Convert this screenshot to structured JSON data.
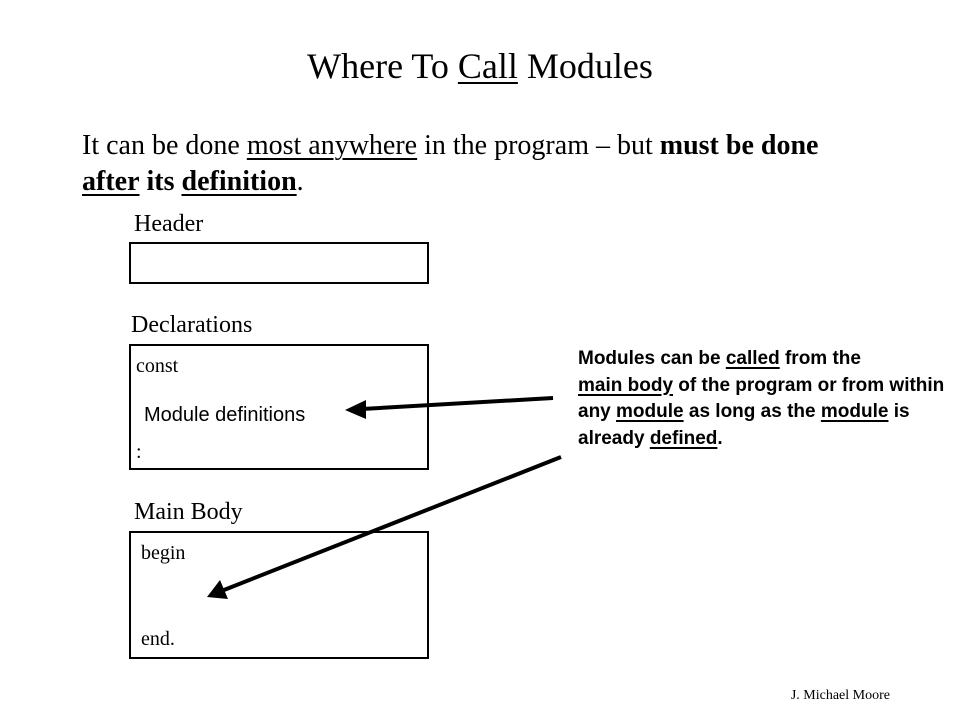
{
  "title": {
    "pre": "Where To",
    "underlined": "Call",
    "post": "Modules"
  },
  "intro": {
    "t1": "It can be done",
    "u1": "most anywhere",
    "t2": "in the program – but",
    "b1": "must be done",
    "bu1": "after",
    "b2": "its",
    "bu2": "definition",
    "t3": "."
  },
  "segments": {
    "header": {
      "label": "Header"
    },
    "declarations": {
      "label": "Declarations",
      "line1": "const",
      "modules": "Module definitions",
      "line3": ":"
    },
    "main_body": {
      "label": "Main Body",
      "line1": "begin",
      "line2": "end."
    }
  },
  "callout": {
    "p1": "Modules can be",
    "u1": "called",
    "p2": "from the",
    "u2": "main body",
    "p3": "of the program or from within any",
    "u3": "module",
    "p4": "as long as the",
    "u4": "module",
    "p5": "is already",
    "u5": "defined",
    "p6": "."
  },
  "author": "J. Michael Moore"
}
